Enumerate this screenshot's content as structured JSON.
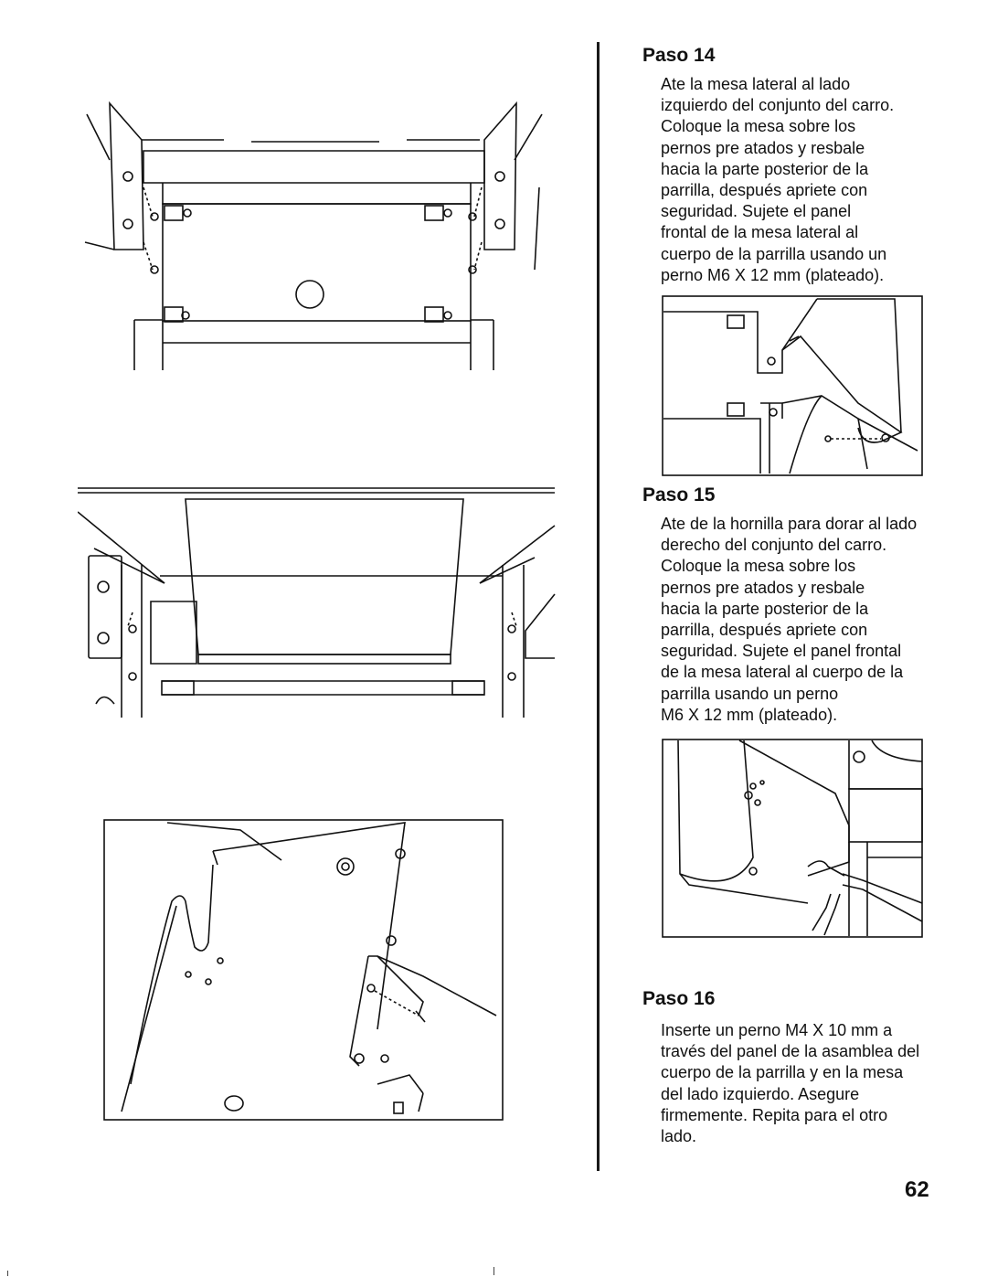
{
  "steps": [
    {
      "title": "Paso 14",
      "lines": [
        "Ate la mesa lateral al lado",
        "izquierdo del conjunto del carro.",
        "Coloque la mesa sobre los",
        "pernos pre atados y resbale",
        "hacia la parte posterior de la",
        "parrilla, después apriete con",
        "seguridad. Sujete el panel",
        "frontal de la mesa lateral al",
        "cuerpo de la parrilla usando un",
        "perno M6 X 12 mm (plateado)."
      ]
    },
    {
      "title": "Paso 15",
      "lines": [
        "Ate de la hornilla para dorar al lado",
        "derecho del conjunto del carro.",
        "Coloque la mesa sobre los",
        "pernos pre atados y resbale",
        "hacia la parte posterior de la",
        "parrilla, después apriete con",
        "seguridad. Sujete el panel frontal",
        "de la mesa lateral al cuerpo de la",
        "parrilla usando un perno",
        "M6 X 12 mm (plateado)."
      ]
    },
    {
      "title": "Paso 16",
      "lines": [
        "Inserte un perno M4 X 10 mm a",
        "través del panel de la asamblea del",
        "cuerpo de la parrilla y en la mesa",
        "del lado izquierdo. Asegure",
        "firmemente. Repita para el otro",
        "lado."
      ]
    }
  ],
  "page_number": "62"
}
